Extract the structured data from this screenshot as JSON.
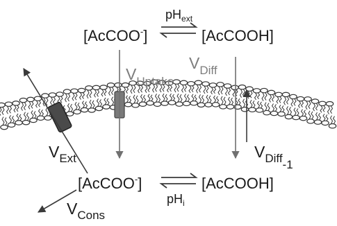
{
  "species": {
    "ext_acetate": {
      "base": "[AcCOO",
      "charge": "-",
      "close": "]"
    },
    "ext_acid": "[AcCOOH]",
    "int_acetate": {
      "base": "[AcCOO",
      "charge": "-",
      "close": "]"
    },
    "int_acid": "[AcCOOH]"
  },
  "equilibria": {
    "external": {
      "base": "pH",
      "sub": "ext"
    },
    "internal": {
      "base": "pH",
      "sub": "i"
    }
  },
  "fluxes": {
    "uptake": {
      "base": "V",
      "sub": "Uptake"
    },
    "diffusion": {
      "base": "V",
      "sub": "Diff"
    },
    "reverse_diffusion": {
      "base": "V",
      "sub": "Diff",
      "sup": "-1"
    },
    "export": {
      "base": "V",
      "sub": "Ext"
    },
    "consumption": {
      "base": "V",
      "sub": "Cons"
    }
  },
  "colors": {
    "text": "#1a1a1a",
    "grey_text": "#7d7d7d",
    "arrow_dark": "#3a3a3a",
    "arrow_grey": "#707070",
    "transporter_dark": "#4a4a4a",
    "transporter_grey": "#7a7a7a",
    "membrane_outline": "#333333"
  }
}
